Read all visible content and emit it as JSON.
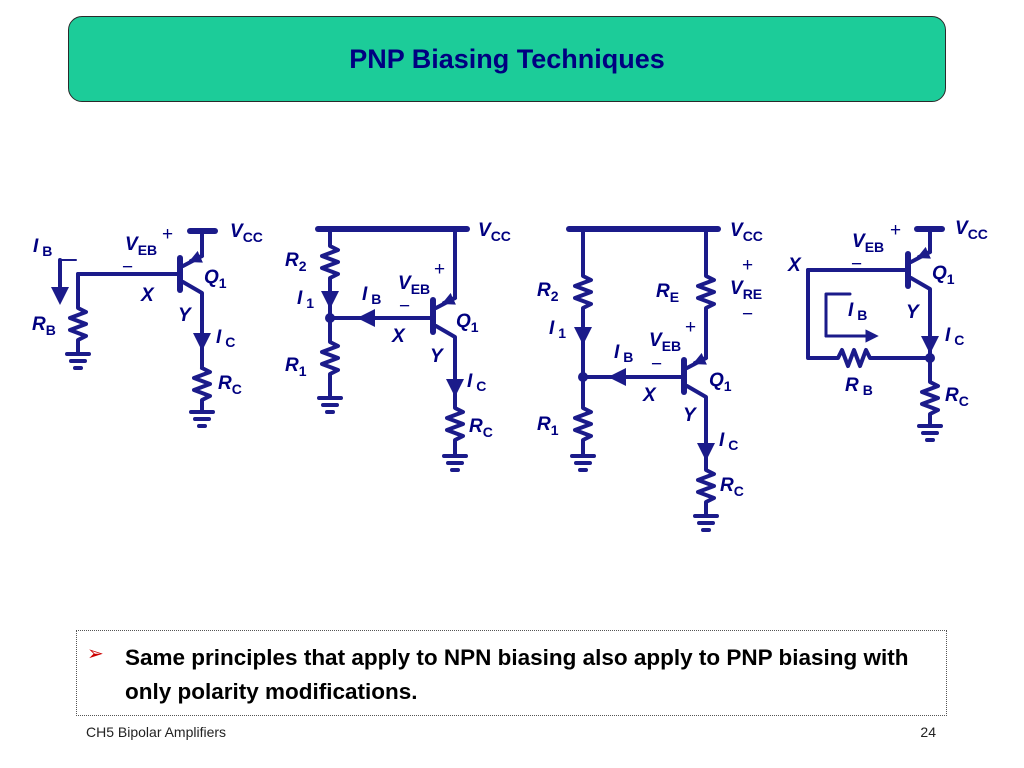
{
  "slide": {
    "title": "PNP Biasing Techniques",
    "bullet": "Same principles that apply to NPN biasing also apply to PNP biasing with only polarity modifications.",
    "footer_left": "CH5 Bipolar Amplifiers",
    "page_number": "24"
  },
  "colors": {
    "title_bg": "#1ccc99",
    "title_text": "#000080",
    "circuit": "#1b1b8a",
    "bullet_arrow": "#cc0000"
  },
  "icons": [
    "bullet-arrow-icon",
    "resistor-icon",
    "ground-icon",
    "pnp-transistor-icon",
    "current-arrow-icon"
  ],
  "circuits": {
    "common": {
      "supply": "V",
      "supply_sub": "CC",
      "veb": "V",
      "veb_sub": "EB",
      "plus": "+",
      "minus": "−",
      "node_x": "X",
      "node_y": "Y",
      "q": "Q",
      "q_sub": "1",
      "ib": "I",
      "ib_sub": "B",
      "ic": "I",
      "ic_sub": "C",
      "rc": "R",
      "rc_sub": "C",
      "rb": "R",
      "rb_sub": "B",
      "r1": "R",
      "r1_sub": "1",
      "r2": "R",
      "r2_sub": "2",
      "i1": "I",
      "i1_sub": "1",
      "re": "R",
      "re_sub": "E",
      "vre": "V",
      "vre_sub": "RE"
    }
  }
}
